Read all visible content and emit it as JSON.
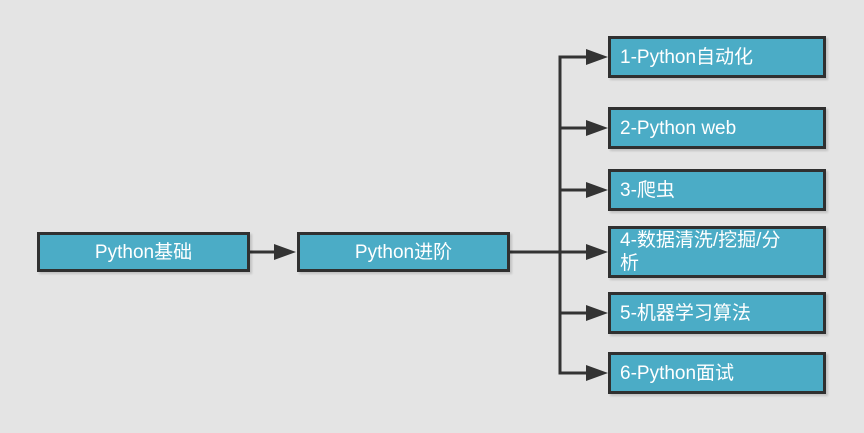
{
  "diagram": {
    "title": "Python learning path flowchart",
    "root": {
      "label": "Python基础"
    },
    "mid": {
      "label": "Python进阶"
    },
    "branches": [
      {
        "label": "1-Python自动化"
      },
      {
        "label": "2-Python web"
      },
      {
        "label": "3-爬虫"
      },
      {
        "label": "4-数据清洗/挖掘/分析"
      },
      {
        "label": "5-机器学习算法"
      },
      {
        "label": "6-Python面试"
      }
    ],
    "colors": {
      "background": "#E4E4E4",
      "node_fill": "#4BACC6",
      "node_border": "#303030",
      "connector": "#333333",
      "text": "#FFFFFF"
    }
  }
}
